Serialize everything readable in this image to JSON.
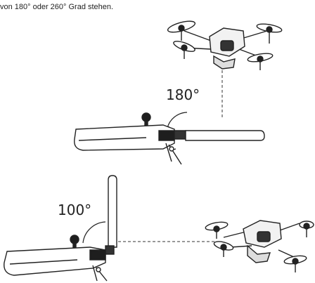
{
  "document": {
    "caption": "von 180° oder 260° Grad stehen."
  },
  "figures": [
    {
      "angle_label": "180°"
    },
    {
      "angle_label": "100°"
    }
  ],
  "colors": {
    "line": "#222222",
    "body_fill": "#ffffff",
    "dark_part": "#1e1e1e"
  }
}
